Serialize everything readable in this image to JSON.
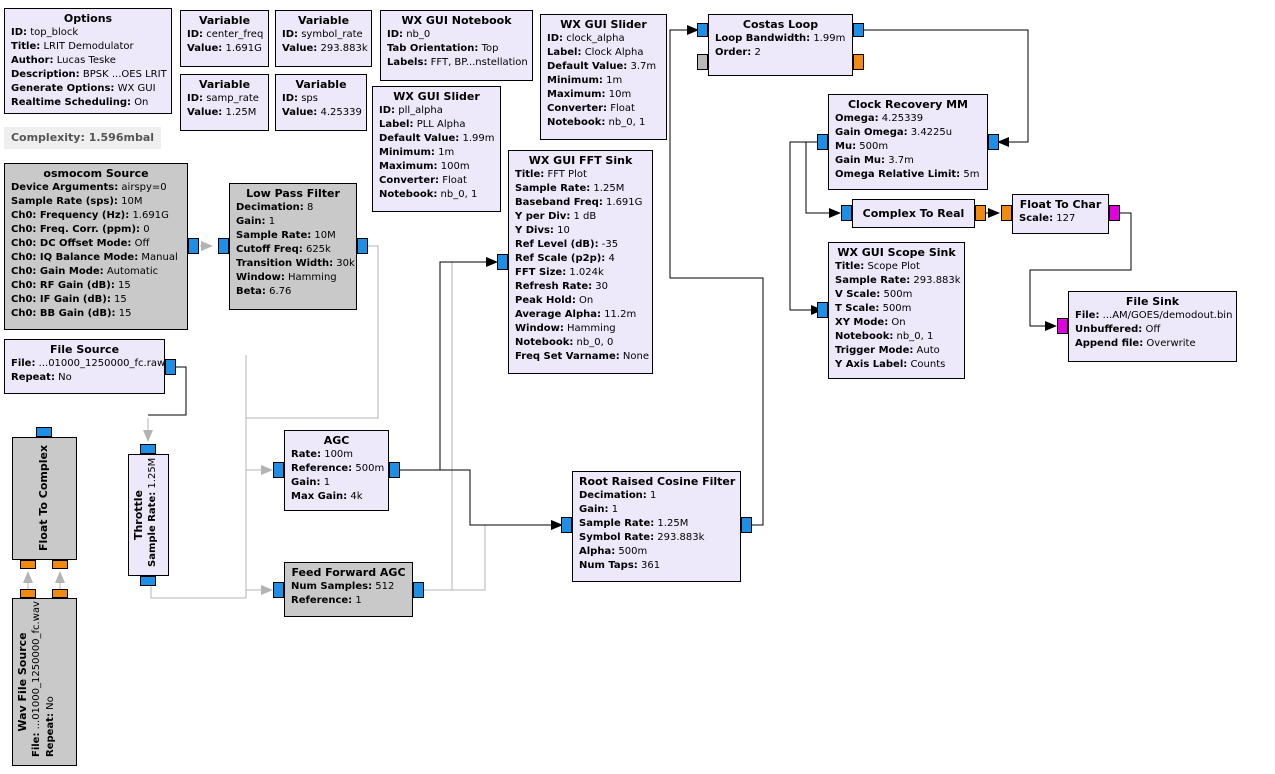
{
  "complexity": "Complexity: 1.596mbal",
  "blocks": {
    "options": {
      "title": "Options",
      "params": [
        {
          "k": "ID:",
          "v": "top_block"
        },
        {
          "k": "Title:",
          "v": "LRIT Demodulator"
        },
        {
          "k": "Author:",
          "v": "Lucas Teske"
        },
        {
          "k": "Description:",
          "v": "BPSK ...OES LRIT"
        },
        {
          "k": "Generate Options:",
          "v": "WX GUI"
        },
        {
          "k": "Realtime Scheduling:",
          "v": "On"
        }
      ]
    },
    "var_center_freq": {
      "title": "Variable",
      "params": [
        {
          "k": "ID:",
          "v": "center_freq"
        },
        {
          "k": "Value:",
          "v": "1.691G"
        }
      ]
    },
    "var_symbol_rate": {
      "title": "Variable",
      "params": [
        {
          "k": "ID:",
          "v": "symbol_rate"
        },
        {
          "k": "Value:",
          "v": "293.883k"
        }
      ]
    },
    "var_samp_rate": {
      "title": "Variable",
      "params": [
        {
          "k": "ID:",
          "v": "samp_rate"
        },
        {
          "k": "Value:",
          "v": "1.25M"
        }
      ]
    },
    "var_sps": {
      "title": "Variable",
      "params": [
        {
          "k": "ID:",
          "v": "sps"
        },
        {
          "k": "Value:",
          "v": "4.25339"
        }
      ]
    },
    "notebook": {
      "title": "WX GUI Notebook",
      "params": [
        {
          "k": "ID:",
          "v": "nb_0"
        },
        {
          "k": "Tab Orientation:",
          "v": "Top"
        },
        {
          "k": "Labels:",
          "v": "FFT, BP...nstellation"
        }
      ]
    },
    "slider_clock": {
      "title": "WX GUI Slider",
      "params": [
        {
          "k": "ID:",
          "v": "clock_alpha"
        },
        {
          "k": "Label:",
          "v": "Clock Alpha"
        },
        {
          "k": "Default Value:",
          "v": "3.7m"
        },
        {
          "k": "Minimum:",
          "v": "1m"
        },
        {
          "k": "Maximum:",
          "v": "10m"
        },
        {
          "k": "Converter:",
          "v": "Float"
        },
        {
          "k": "Notebook:",
          "v": "nb_0, 1"
        }
      ]
    },
    "slider_pll": {
      "title": "WX GUI Slider",
      "params": [
        {
          "k": "ID:",
          "v": "pll_alpha"
        },
        {
          "k": "Label:",
          "v": "PLL Alpha"
        },
        {
          "k": "Default Value:",
          "v": "1.99m"
        },
        {
          "k": "Minimum:",
          "v": "1m"
        },
        {
          "k": "Maximum:",
          "v": "100m"
        },
        {
          "k": "Converter:",
          "v": "Float"
        },
        {
          "k": "Notebook:",
          "v": "nb_0, 1"
        }
      ]
    },
    "costas": {
      "title": "Costas Loop",
      "params": [
        {
          "k": "Loop Bandwidth:",
          "v": "1.99m"
        },
        {
          "k": "Order:",
          "v": "2"
        }
      ]
    },
    "osmocom": {
      "title": "osmocom Source",
      "params": [
        {
          "k": "Device Arguments:",
          "v": "airspy=0"
        },
        {
          "k": "Sample Rate (sps):",
          "v": "10M"
        },
        {
          "k": "Ch0: Frequency (Hz):",
          "v": "1.691G"
        },
        {
          "k": "Ch0: Freq. Corr. (ppm):",
          "v": "0"
        },
        {
          "k": "Ch0: DC Offset Mode:",
          "v": "Off"
        },
        {
          "k": "Ch0: IQ Balance Mode:",
          "v": "Manual"
        },
        {
          "k": "Ch0: Gain Mode:",
          "v": "Automatic"
        },
        {
          "k": "Ch0: RF Gain (dB):",
          "v": "15"
        },
        {
          "k": "Ch0: IF Gain (dB):",
          "v": "15"
        },
        {
          "k": "Ch0: BB Gain (dB):",
          "v": "15"
        }
      ]
    },
    "lpf": {
      "title": "Low Pass Filter",
      "params": [
        {
          "k": "Decimation:",
          "v": "8"
        },
        {
          "k": "Gain:",
          "v": "1"
        },
        {
          "k": "Sample Rate:",
          "v": "10M"
        },
        {
          "k": "Cutoff Freq:",
          "v": "625k"
        },
        {
          "k": "Transition Width:",
          "v": "30k"
        },
        {
          "k": "Window:",
          "v": "Hamming"
        },
        {
          "k": "Beta:",
          "v": "6.76"
        }
      ]
    },
    "fft": {
      "title": "WX GUI FFT Sink",
      "params": [
        {
          "k": "Title:",
          "v": "FFT Plot"
        },
        {
          "k": "Sample Rate:",
          "v": "1.25M"
        },
        {
          "k": "Baseband Freq:",
          "v": "1.691G"
        },
        {
          "k": "Y per Div:",
          "v": "1 dB"
        },
        {
          "k": "Y Divs:",
          "v": "10"
        },
        {
          "k": "Ref Level (dB):",
          "v": "-35"
        },
        {
          "k": "Ref Scale (p2p):",
          "v": "4"
        },
        {
          "k": "FFT Size:",
          "v": "1.024k"
        },
        {
          "k": "Refresh Rate:",
          "v": "30"
        },
        {
          "k": "Peak Hold:",
          "v": "On"
        },
        {
          "k": "Average Alpha:",
          "v": "11.2m"
        },
        {
          "k": "Window:",
          "v": "Hamming"
        },
        {
          "k": "Notebook:",
          "v": "nb_0, 0"
        },
        {
          "k": "Freq Set Varname:",
          "v": "None"
        }
      ]
    },
    "clock": {
      "title": "Clock Recovery MM",
      "params": [
        {
          "k": "Omega:",
          "v": "4.25339"
        },
        {
          "k": "Gain Omega:",
          "v": "3.4225u"
        },
        {
          "k": "Mu:",
          "v": "500m"
        },
        {
          "k": "Gain Mu:",
          "v": "3.7m"
        },
        {
          "k": "Omega Relative Limit:",
          "v": "5m"
        }
      ]
    },
    "c2r": {
      "title": "Complex To Real",
      "params": []
    },
    "f2c": {
      "title": "Float To Char",
      "params": [
        {
          "k": "Scale:",
          "v": "127"
        }
      ]
    },
    "scope": {
      "title": "WX GUI Scope Sink",
      "params": [
        {
          "k": "Title:",
          "v": "Scope Plot"
        },
        {
          "k": "Sample Rate:",
          "v": "293.883k"
        },
        {
          "k": "V Scale:",
          "v": "500m"
        },
        {
          "k": "T Scale:",
          "v": "500m"
        },
        {
          "k": "XY Mode:",
          "v": "On"
        },
        {
          "k": "Notebook:",
          "v": "nb_0, 1"
        },
        {
          "k": "Trigger Mode:",
          "v": "Auto"
        },
        {
          "k": "Y Axis Label:",
          "v": "Counts"
        }
      ]
    },
    "filesink": {
      "title": "File Sink",
      "params": [
        {
          "k": "File:",
          "v": "...AM/GOES/demodout.bin"
        },
        {
          "k": "Unbuffered:",
          "v": "Off"
        },
        {
          "k": "Append file:",
          "v": "Overwrite"
        }
      ]
    },
    "filesource": {
      "title": "File Source",
      "params": [
        {
          "k": "File:",
          "v": "...01000_1250000_fc.raw"
        },
        {
          "k": "Repeat:",
          "v": "No"
        }
      ]
    },
    "agc": {
      "title": "AGC",
      "params": [
        {
          "k": "Rate:",
          "v": "100m"
        },
        {
          "k": "Reference:",
          "v": "500m"
        },
        {
          "k": "Gain:",
          "v": "1"
        },
        {
          "k": "Max Gain:",
          "v": "4k"
        }
      ]
    },
    "rrc": {
      "title": "Root Raised Cosine Filter",
      "params": [
        {
          "k": "Decimation:",
          "v": "1"
        },
        {
          "k": "Gain:",
          "v": "1"
        },
        {
          "k": "Sample Rate:",
          "v": "1.25M"
        },
        {
          "k": "Symbol Rate:",
          "v": "293.883k"
        },
        {
          "k": "Alpha:",
          "v": "500m"
        },
        {
          "k": "Num Taps:",
          "v": "361"
        }
      ]
    },
    "ffagc": {
      "title": "Feed Forward AGC",
      "params": [
        {
          "k": "Num Samples:",
          "v": "512"
        },
        {
          "k": "Reference:",
          "v": "1"
        }
      ]
    },
    "f2complex": {
      "title": "Float To Complex",
      "params": []
    },
    "throttle": {
      "title": "Throttle",
      "params": [
        {
          "k": "Sample Rate:",
          "v": "1.25M"
        }
      ]
    },
    "wavsource": {
      "title": "Wav File Source",
      "params": [
        {
          "k": "File:",
          "v": "...01000_1250000_fc.wav"
        },
        {
          "k": "Repeat:",
          "v": "No"
        }
      ]
    }
  },
  "colors": {
    "block_bg": "#ede9fa",
    "disabled_bg": "#c9c9c9",
    "complex_port": "#1e8fe6",
    "float_port": "#f08a10",
    "byte_port": "#e000e0",
    "wire": "#000000",
    "disabled_wire": "#b3b3b3"
  }
}
